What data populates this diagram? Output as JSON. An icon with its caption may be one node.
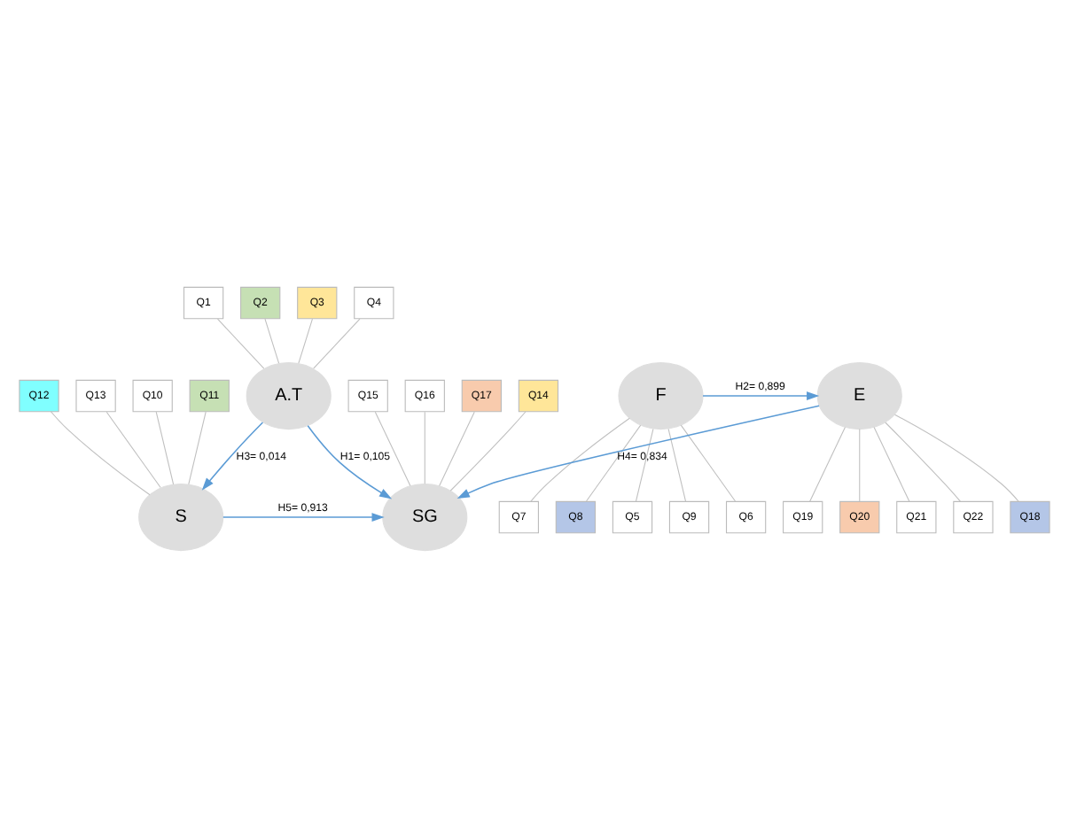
{
  "diagram": {
    "nodes": [
      {
        "text": [
          "A.T"
        ]
      },
      {
        "text": [
          "S"
        ]
      },
      {
        "text": [
          "SG"
        ]
      },
      {
        "text": [
          "F"
        ]
      },
      {
        "text": [
          "E"
        ]
      },
      {
        "text": [
          "Q1"
        ]
      },
      {
        "text": [
          "Q2"
        ]
      },
      {
        "text": [
          "Q3"
        ]
      },
      {
        "text": [
          "Q4"
        ]
      },
      {
        "text": [
          "Q5"
        ]
      },
      {
        "text": [
          "Q6"
        ]
      },
      {
        "text": [
          "Q7"
        ]
      },
      {
        "text": [
          "Q8"
        ]
      },
      {
        "text": [
          "Q9"
        ]
      },
      {
        "text": [
          "Q10"
        ]
      },
      {
        "text": [
          "Q11"
        ]
      },
      {
        "text": [
          "Q12"
        ]
      },
      {
        "text": [
          "Q13"
        ]
      },
      {
        "text": [
          "Q14"
        ]
      },
      {
        "text": [
          "Q15"
        ]
      },
      {
        "text": [
          "Q16"
        ]
      },
      {
        "text": [
          "Q17"
        ]
      },
      {
        "text": [
          "Q18"
        ]
      },
      {
        "text": [
          "Q19"
        ]
      },
      {
        "text": [
          "Q20"
        ]
      },
      {
        "text": [
          "Q21"
        ]
      },
      {
        "text": [
          "Q22"
        ]
      }
    ],
    "edges": [
      {
        "from": 0,
        "to": 1,
        "arrow": "to",
        "label": "H3= 0,014",
        "color": "#5b9bd5"
      },
      {
        "from": 0,
        "to": 2,
        "arrow": "to",
        "label": "H1= 0,105",
        "color": "#5b9bd5"
      },
      {
        "from": 1,
        "to": 2,
        "arrow": "to",
        "label": "H5= 0,913",
        "color": "#5b9bd5"
      },
      {
        "from": 3,
        "to": 4,
        "arrow": "to",
        "label": "H2= 0,899",
        "color": "#5b9bd5"
      },
      {
        "from": 4,
        "to": 2,
        "arrow": "to",
        "label": "H4= 0,834",
        "color": "#5b9bd5"
      },
      {
        "from": 5,
        "to": 0,
        "arrow": "none"
      },
      {
        "from": 6,
        "to": 0,
        "arrow": "none"
      },
      {
        "from": 7,
        "to": 0,
        "arrow": "none"
      },
      {
        "from": 8,
        "to": 0,
        "arrow": "none"
      },
      {
        "from": 3,
        "to": 9,
        "arrow": "none"
      },
      {
        "from": 3,
        "to": 10,
        "arrow": "none"
      },
      {
        "from": 3,
        "to": 11,
        "arrow": "none"
      },
      {
        "from": 3,
        "to": 12,
        "arrow": "none"
      },
      {
        "from": 3,
        "to": 13,
        "arrow": "none"
      },
      {
        "from": 14,
        "to": 1,
        "arrow": "none"
      },
      {
        "from": 15,
        "to": 1,
        "arrow": "none"
      },
      {
        "from": 16,
        "to": 1,
        "arrow": "none"
      },
      {
        "from": 17,
        "to": 1,
        "arrow": "none"
      },
      {
        "from": 18,
        "to": 2,
        "arrow": "none"
      },
      {
        "from": 19,
        "to": 2,
        "arrow": "none"
      },
      {
        "from": 20,
        "to": 2,
        "arrow": "none"
      },
      {
        "from": 21,
        "to": 2,
        "arrow": "none"
      },
      {
        "from": 4,
        "to": 22,
        "arrow": "none"
      },
      {
        "from": 4,
        "to": 23,
        "arrow": "none"
      },
      {
        "from": 4,
        "to": 24,
        "arrow": "none"
      },
      {
        "from": 4,
        "to": 25,
        "arrow": "none"
      },
      {
        "from": 4,
        "to": 26,
        "arrow": "none"
      }
    ]
  }
}
